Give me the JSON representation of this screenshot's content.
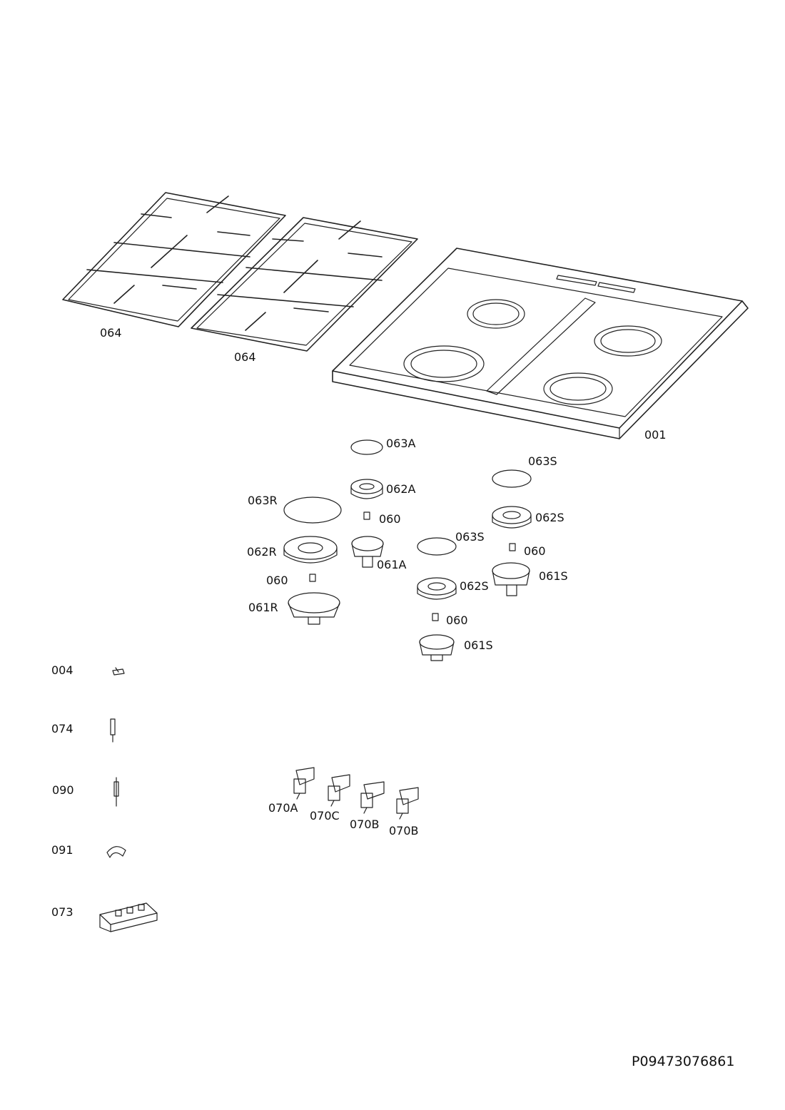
{
  "labels": {
    "l064a": "064",
    "l064b": "064",
    "l001": "001",
    "l063A": "063A",
    "l063S_top": "063S",
    "l062A": "062A",
    "l063R": "063R",
    "l060_a": "060",
    "l062S_top": "062S",
    "l063S_mid": "063S",
    "l062R": "062R",
    "l061A": "061A",
    "l060_b": "060",
    "l061S_right": "061S",
    "l060_c": "060",
    "l062S_mid": "062S",
    "l061R": "061R",
    "l060_d": "060",
    "l061S_bottom": "061S",
    "l004": "004",
    "l074": "074",
    "l090": "090",
    "l091": "091",
    "l073": "073",
    "l070A": "070A",
    "l070C": "070C",
    "l070B_1": "070B",
    "l070B_2": "070B"
  },
  "document_id": "P09473076861"
}
